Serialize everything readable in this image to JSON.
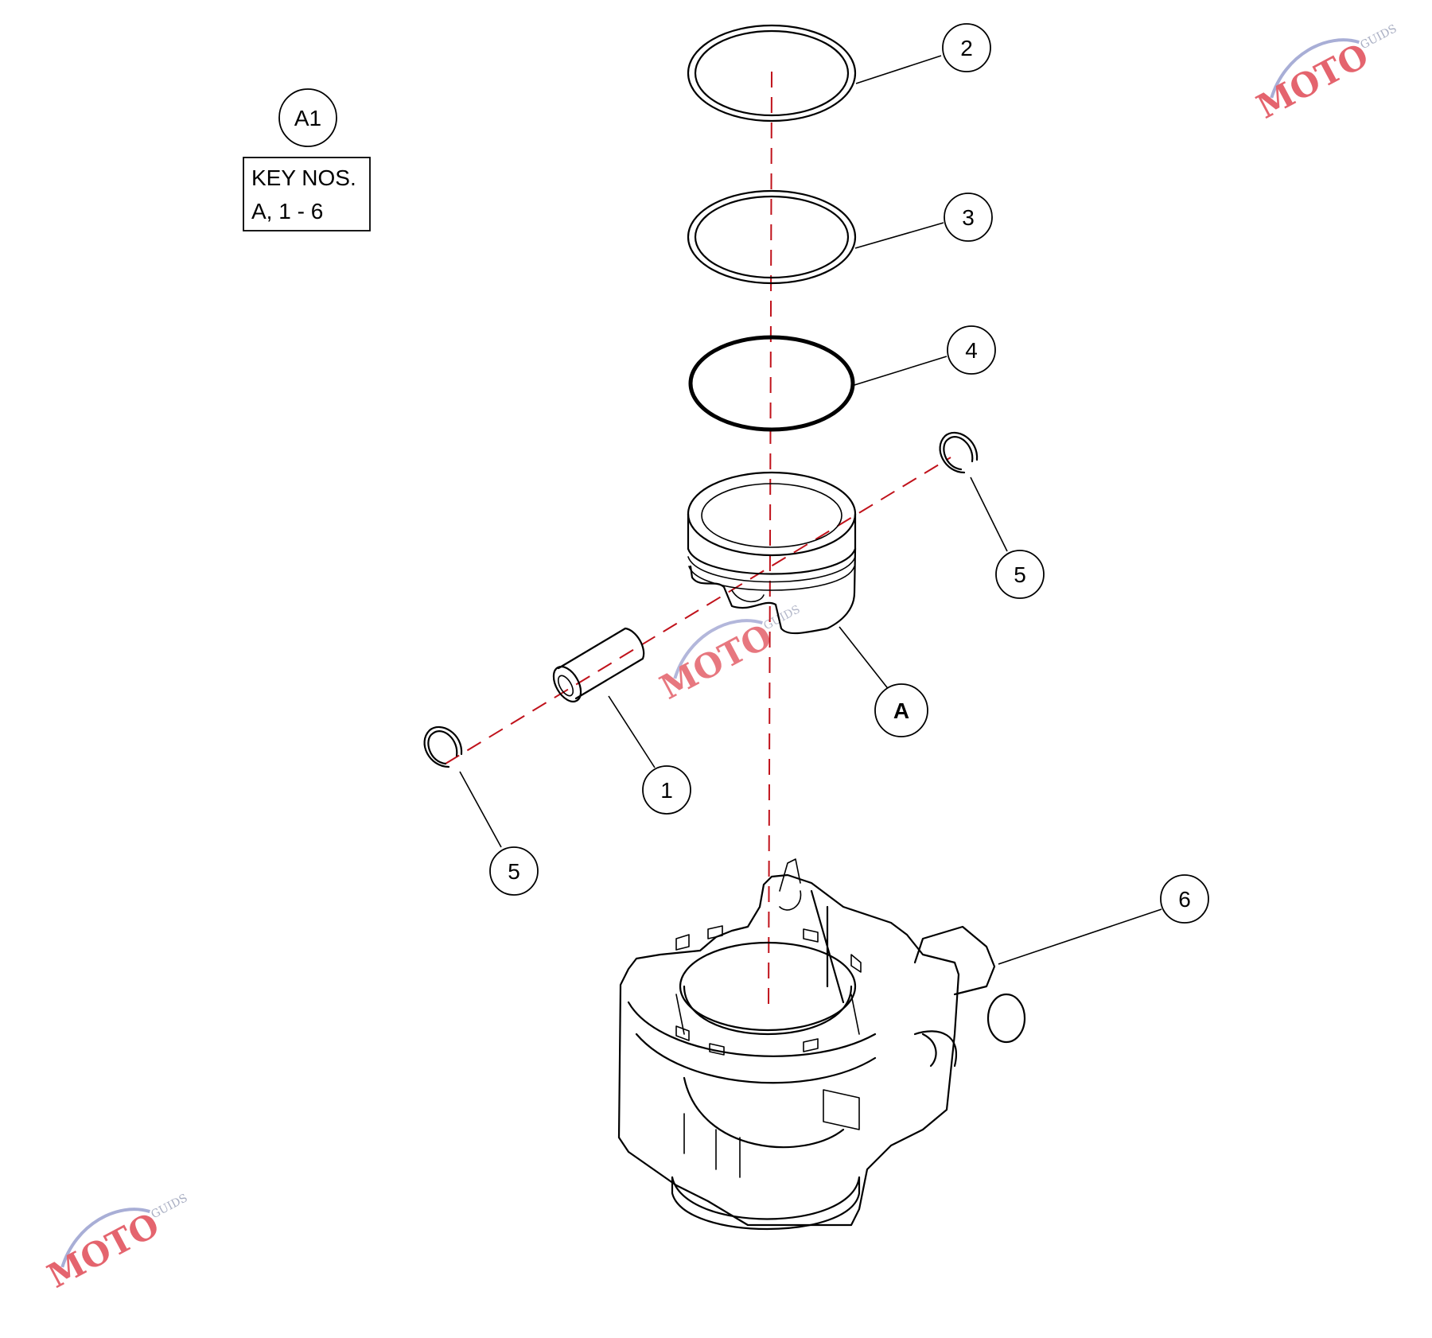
{
  "key_box": {
    "section_label": "A1",
    "line1": "KEY NOS.",
    "line2": "A, 1 - 6"
  },
  "callouts": {
    "c1": "1",
    "c2": "2",
    "c3": "3",
    "c4": "4",
    "c5_right": "5",
    "c5_left": "5",
    "c6": "6",
    "cA": "A"
  },
  "watermark": {
    "main": "MOTO",
    "sub": "GUIDS"
  },
  "colors": {
    "axis": "#c0121b",
    "line": "#000000",
    "watermark": "#e04a55"
  }
}
